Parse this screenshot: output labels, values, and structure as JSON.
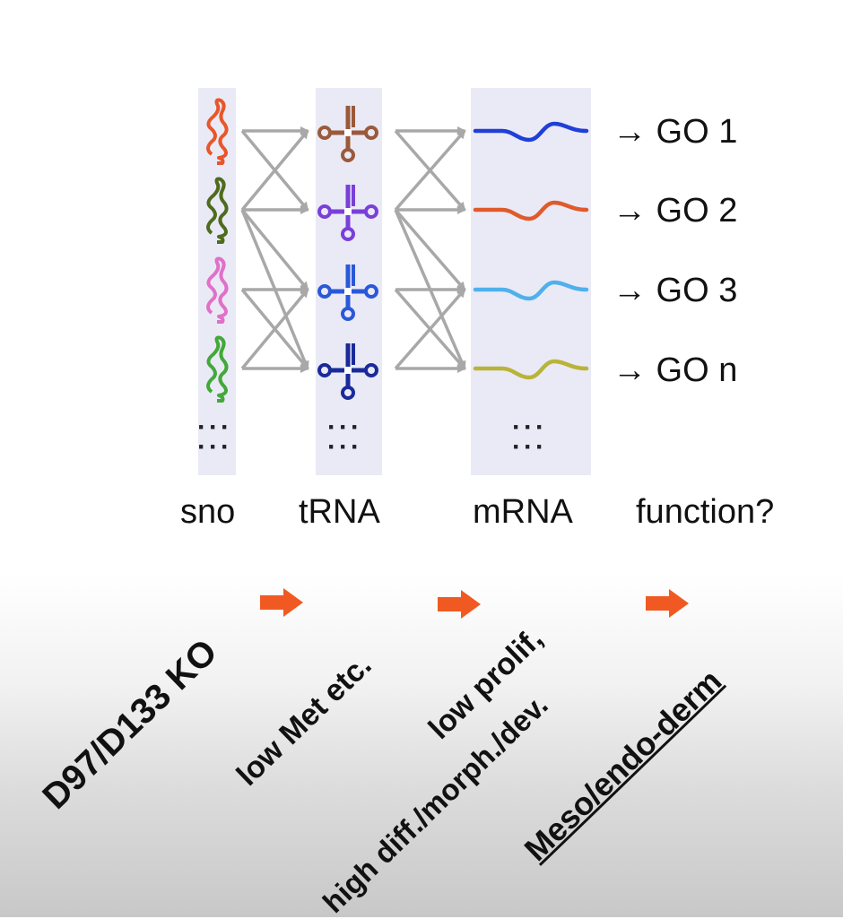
{
  "columns": {
    "sno": "sno",
    "trna": "tRNA",
    "mrna": "mRNA",
    "function": "function?"
  },
  "go_labels": [
    "→ GO 1",
    "→ GO 2",
    "→ GO 3",
    "→ GO n"
  ],
  "ellipsis": "⋮",
  "pathway": {
    "step1": "D97/D133 KO",
    "step2": "low Met etc.",
    "step3_line1": "low prolif,",
    "step3_line2": "high diff./morph./dev.",
    "step4": "Meso/endo-derm"
  },
  "colors": {
    "sno": [
      "#e8562a",
      "#4f6b1e",
      "#e070c8",
      "#43a83a"
    ],
    "trna": [
      "#9a5a3a",
      "#7a3fd8",
      "#2a58d8",
      "#1a2a9a"
    ],
    "mrna": [
      "#1f3fd8",
      "#e05a2a",
      "#4fb0ec",
      "#b8b43a"
    ],
    "connector": "#a8a8a8",
    "pathway_arrow": "#f05a22",
    "column_bg": "#eaeaf6"
  }
}
